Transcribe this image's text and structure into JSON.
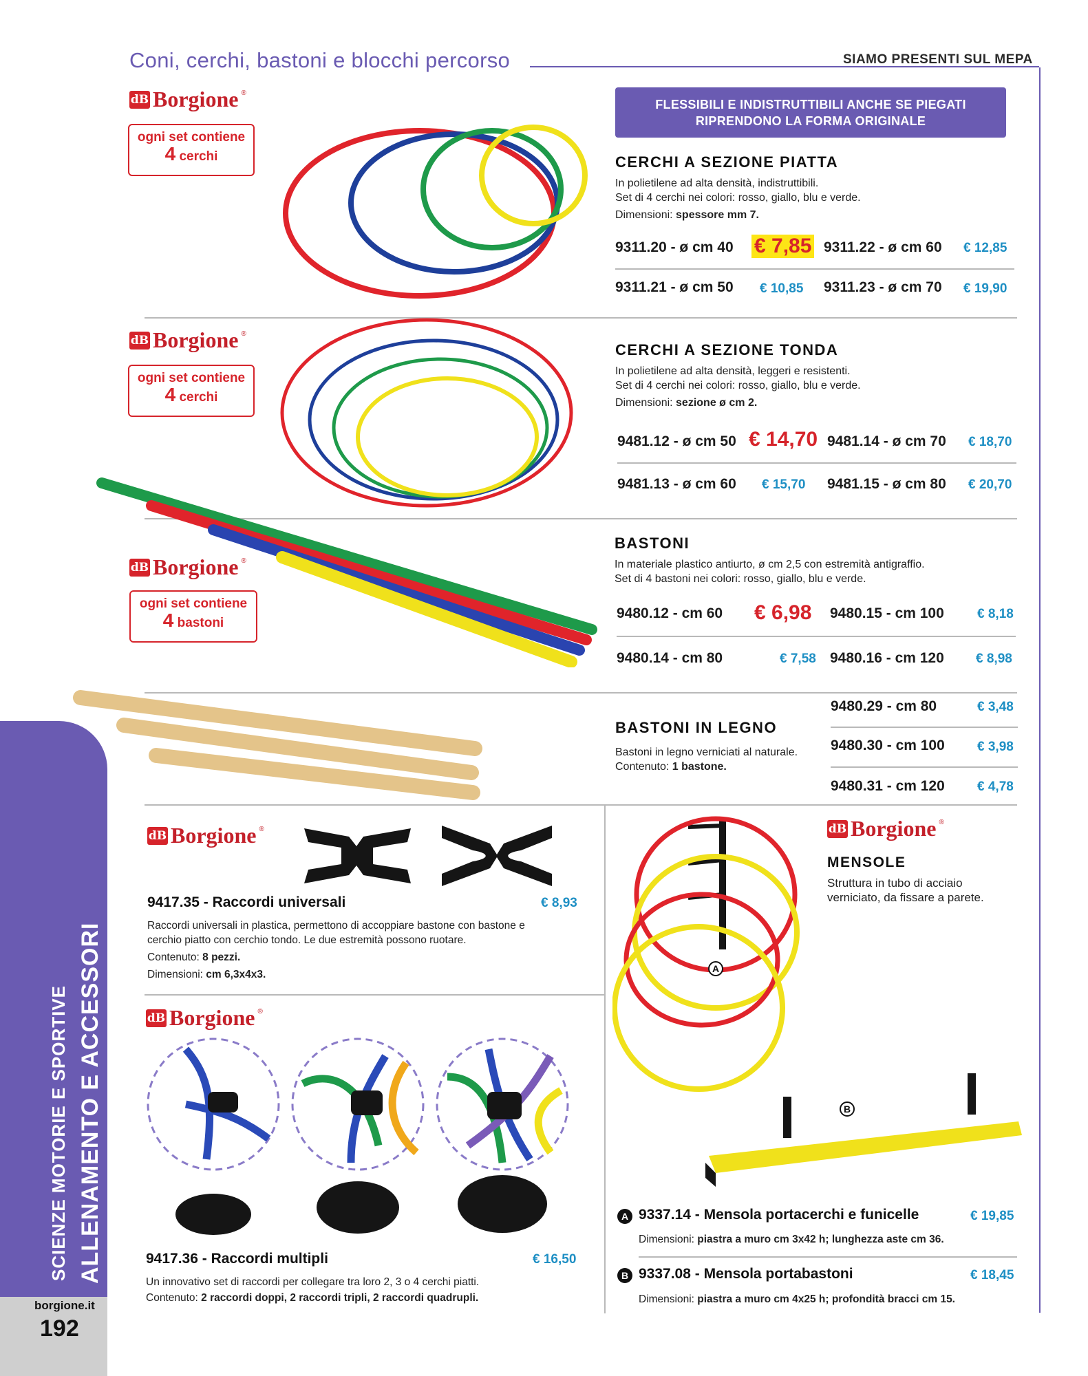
{
  "header": {
    "title": "Coni, cerchi, bastoni e blocchi percorso",
    "mepa": "SIAMO PRESENTI SUL MEPA"
  },
  "brand": {
    "name": "Borgione",
    "reg": "®",
    "mark": "dB"
  },
  "banner": {
    "line1": "FLESSIBILI E INDISTRUTTIBILI ANCHE SE PIEGATI",
    "line2": "RIPRENDONO LA FORMA ORIGINALE"
  },
  "setboxes": {
    "piatta": {
      "line1": "ogni set contiene",
      "num": "4",
      "unit": "cerchi"
    },
    "tonda": {
      "line1": "ogni set contiene",
      "num": "4",
      "unit": "cerchi"
    },
    "bastoni": {
      "line1": "ogni set contiene",
      "num": "4",
      "unit": "bastoni"
    }
  },
  "piatta": {
    "title": "CERCHI A SEZIONE PIATTA",
    "desc1": "In polietilene ad alta densità, indistruttibili.",
    "desc2": "Set di 4 cerchi nei colori: rosso, giallo, blu e verde.",
    "dim_label": "Dimensioni: ",
    "dim_value": "spessore mm 7.",
    "items": [
      {
        "code": "9311.20 - ø cm 40",
        "price": "€ 7,85"
      },
      {
        "code": "9311.22 - ø cm 60",
        "price": "€ 12,85"
      },
      {
        "code": "9311.21 - ø cm 50",
        "price": "€ 10,85"
      },
      {
        "code": "9311.23 - ø cm 70",
        "price": "€ 19,90"
      }
    ]
  },
  "tonda": {
    "title": "CERCHI A SEZIONE TONDA",
    "desc1": "In polietilene ad alta densità, leggeri e resistenti.",
    "desc2": "Set di 4 cerchi nei colori: rosso, giallo, blu e verde.",
    "dim_label": "Dimensioni: ",
    "dim_value": "sezione ø cm 2.",
    "items": [
      {
        "code": "9481.12 - ø cm 50",
        "price": "€ 14,70"
      },
      {
        "code": "9481.14 - ø cm 70",
        "price": "€ 18,70"
      },
      {
        "code": "9481.13 - ø cm 60",
        "price": "€ 15,70"
      },
      {
        "code": "9481.15 - ø cm 80",
        "price": "€ 20,70"
      }
    ]
  },
  "bastoni": {
    "title": "BASTONI",
    "desc1": "In materiale plastico antiurto, ø cm 2,5 con estremità antigraffio.",
    "desc2": "Set di 4 bastoni nei colori: rosso, giallo, blu e verde.",
    "items": [
      {
        "code": "9480.12 - cm 60",
        "price": "€ 6,98"
      },
      {
        "code": "9480.15 - cm 100",
        "price": "€ 8,18"
      },
      {
        "code": "9480.14 - cm 80",
        "price": "€ 7,58"
      },
      {
        "code": "9480.16 - cm 120",
        "price": "€ 8,98"
      }
    ]
  },
  "legno": {
    "title": "BASTONI IN LEGNO",
    "desc1": "Bastoni in legno verniciati al naturale.",
    "cont_label": "Contenuto: ",
    "cont_value": "1 bastone.",
    "items": [
      {
        "code": "9480.29 - cm 80",
        "price": "€ 3,48"
      },
      {
        "code": "9480.30 - cm 100",
        "price": "€ 3,98"
      },
      {
        "code": "9480.31 - cm 120",
        "price": "€ 4,78"
      }
    ]
  },
  "raccordi_universali": {
    "head": "9417.35 - Raccordi universali",
    "price": "€ 8,93",
    "desc1": "Raccordi universali in plastica, permettono di accoppiare bastone con bastone e",
    "desc2": "cerchio piatto con cerchio tondo. Le due estremità possono ruotare.",
    "cont_label": "Contenuto: ",
    "cont_value": "8 pezzi.",
    "dim_label": "Dimensioni: ",
    "dim_value": "cm 6,3x4x3."
  },
  "raccordi_multipli": {
    "head": "9417.36 - Raccordi multipli",
    "price": "€ 16,50",
    "desc1": "Un innovativo set di raccordi per collegare tra loro 2, 3 o 4 cerchi piatti.",
    "cont_label": "Contenuto: ",
    "cont_value": "2 raccordi doppi, 2 raccordi tripli, 2 raccordi quadrupli."
  },
  "mensole": {
    "title": "MENSOLE",
    "desc1": "Struttura in tubo di acciaio",
    "desc2": "verniciato, da fissare a parete.",
    "label_a": "A",
    "label_b": "B",
    "a_head": "9337.14 - Mensola portacerchi e funicelle",
    "a_price": "€ 19,85",
    "a_dim_label": "Dimensioni: ",
    "a_dim_value": "piastra a muro cm 3x42 h; lunghezza aste cm 36.",
    "b_head": "9337.08 - Mensola portabastoni",
    "b_price": "€ 18,45",
    "b_dim_label": "Dimensioni: ",
    "b_dim_value": "piastra a muro cm 4x25 h; profondità bracci cm 15."
  },
  "sidebar": {
    "line1": "SCIENZE MOTORIE E SPORTIVE",
    "line2": "ALLENAMENTO E ACCESSORI",
    "site": "borgione.it",
    "page": "192"
  },
  "colors": {
    "accent": "#6a5bb2",
    "brand_red": "#d6242b",
    "price_blue": "#1e8fc4",
    "highlight": "#fde516"
  }
}
